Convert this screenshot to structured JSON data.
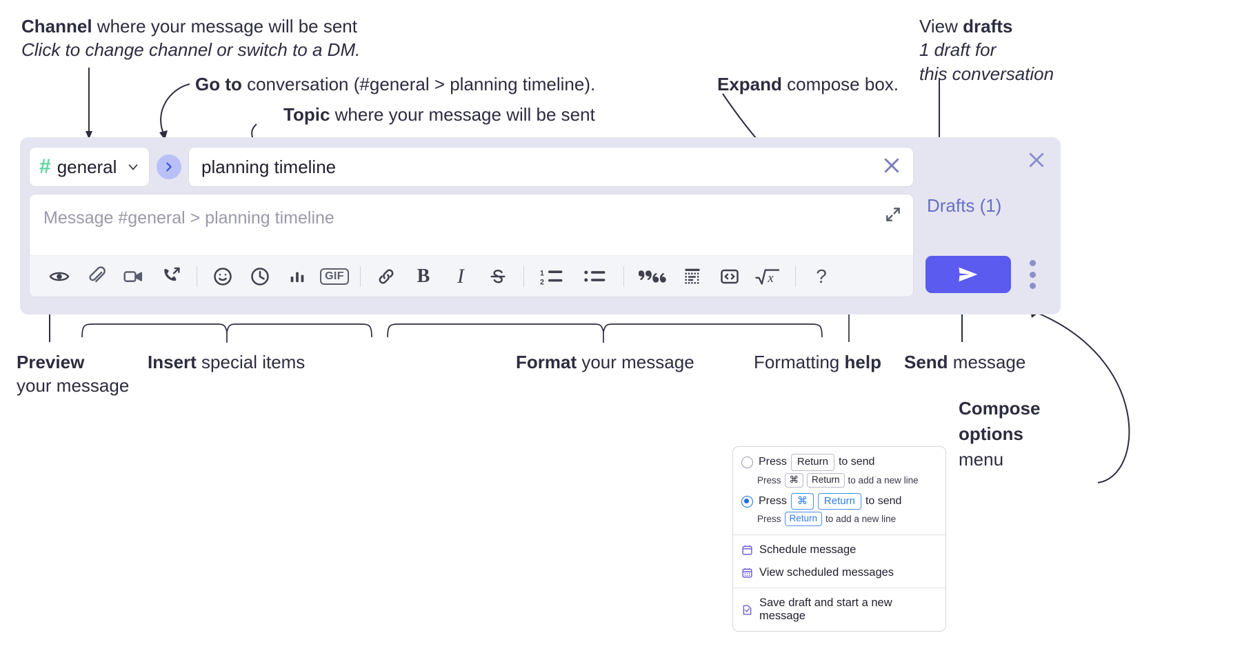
{
  "annotations": {
    "channel": {
      "bold": "Channel",
      "rest": " where your message will be sent",
      "italic": "Click to change channel or switch to a DM."
    },
    "goto": {
      "bold": "Go to",
      "rest": " conversation (#general > planning timeline)."
    },
    "topic": {
      "bold": "Topic",
      "rest": " where your message will be sent"
    },
    "expand": {
      "bold": "Expand",
      "rest": " compose box."
    },
    "drafts": {
      "pre": "View ",
      "bold": "drafts",
      "italic1": "1 draft for",
      "italic2": "this conversation"
    },
    "preview": {
      "bold": "Preview",
      "line2": "your message"
    },
    "insert": {
      "bold": "Insert",
      "rest": " special items"
    },
    "format": {
      "bold": "Format",
      "rest": " your message"
    },
    "help": {
      "pre": "Formatting ",
      "bold": "help"
    },
    "send": {
      "bold": "Send",
      "rest": " message"
    },
    "compose_options": {
      "bold1": "Compose",
      "bold2": "options",
      "rest": "menu"
    }
  },
  "compose": {
    "channel": {
      "hash": "#",
      "name": "general"
    },
    "topic": {
      "value": "planning timeline"
    },
    "message": {
      "placeholder": "Message #general > planning timeline"
    },
    "drafts_label": "Drafts (1)",
    "toolbar": {
      "group_insert": [
        "preview-icon",
        "attachment-icon",
        "video-icon",
        "huddle-icon",
        "emoji-icon",
        "schedule-clock-icon",
        "poll-icon",
        "gif-icon"
      ],
      "group_format": [
        "link-icon",
        "bold-icon",
        "italic-icon",
        "strikethrough-icon",
        "ordered-list-icon",
        "bulleted-list-icon",
        "blockquote-icon",
        "code-block-icon",
        "inline-code-icon",
        "math-icon"
      ],
      "bold_label": "B",
      "italic_label": "I",
      "gif_label": "GIF",
      "help_label": "?"
    }
  },
  "menu": {
    "options": [
      {
        "selected": false,
        "press": "Press",
        "key": "Return",
        "tail": "to send",
        "sub_press": "Press",
        "sub_keys": [
          "⌘",
          "Return"
        ],
        "sub_tail": "to add a new line"
      },
      {
        "selected": true,
        "press": "Press",
        "key1": "⌘",
        "key2": "Return",
        "tail": "to send",
        "sub_press": "Press",
        "sub_keys": [
          "Return"
        ],
        "sub_tail": "to add a new line"
      }
    ],
    "items": [
      {
        "icon": "calendar-icon",
        "label": "Schedule message"
      },
      {
        "icon": "calendar-grid-icon",
        "label": "View scheduled messages"
      },
      {
        "icon": "save-draft-icon",
        "label": "Save draft and start a new message"
      }
    ]
  },
  "colors": {
    "accent": "#5b5bef",
    "panel": "#e4e5f1",
    "hash_green": "#5ed39e",
    "drafts_purple": "#6a6ec2",
    "key_blue": "#2f7ce8"
  }
}
